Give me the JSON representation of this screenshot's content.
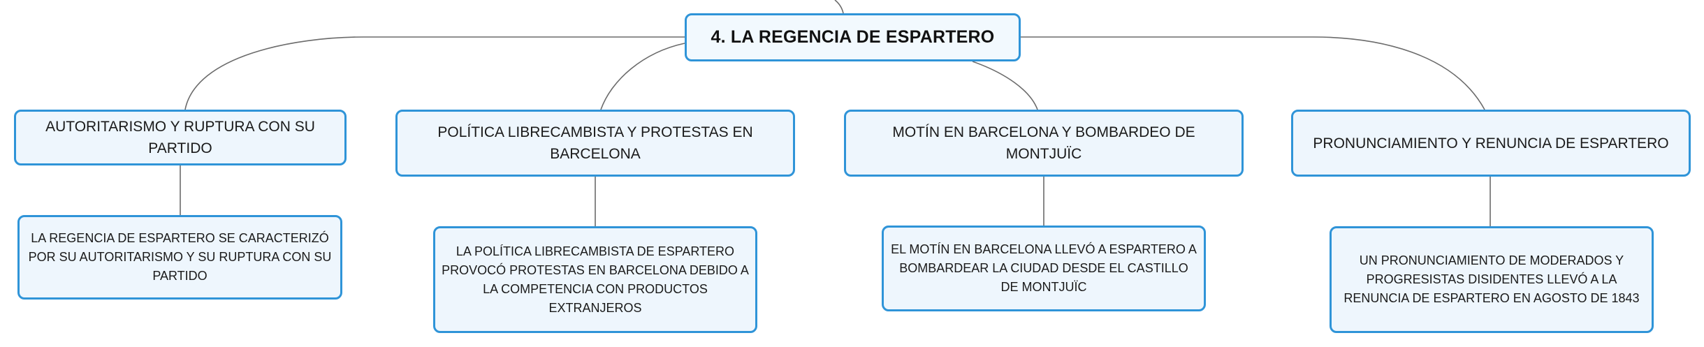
{
  "root": {
    "label": "4. LA REGENCIA DE ESPARTERO"
  },
  "topics": [
    {
      "label": "AUTORITARISMO Y RUPTURA CON SU PARTIDO",
      "detail": "LA REGENCIA DE ESPARTERO SE CARACTERIZÓ POR SU AUTORITARISMO Y SU RUPTURA CON SU PARTIDO"
    },
    {
      "label": "POLÍTICA LIBRECAMBISTA Y PROTESTAS EN BARCELONA",
      "detail": "LA POLÍTICA LIBRECAMBISTA DE ESPARTERO PROVOCÓ PROTESTAS EN BARCELONA DEBIDO A LA COMPETENCIA CON PRODUCTOS EXTRANJEROS"
    },
    {
      "label": "MOTÍN EN BARCELONA Y BOMBARDEO DE MONTJUÏC",
      "detail": "EL MOTÍN EN BARCELONA LLEVÓ A ESPARTERO A BOMBARDEAR LA CIUDAD DESDE EL CASTILLO DE MONTJUÏC"
    },
    {
      "label": "PRONUNCIAMIENTO Y RENUNCIA DE ESPARTERO",
      "detail": "UN PRONUNCIAMIENTO DE MODERADOS Y PROGRESISTAS DISIDENTES LLEVÓ A LA RENUNCIA DE ESPARTERO EN AGOSTO DE 1843"
    }
  ]
}
